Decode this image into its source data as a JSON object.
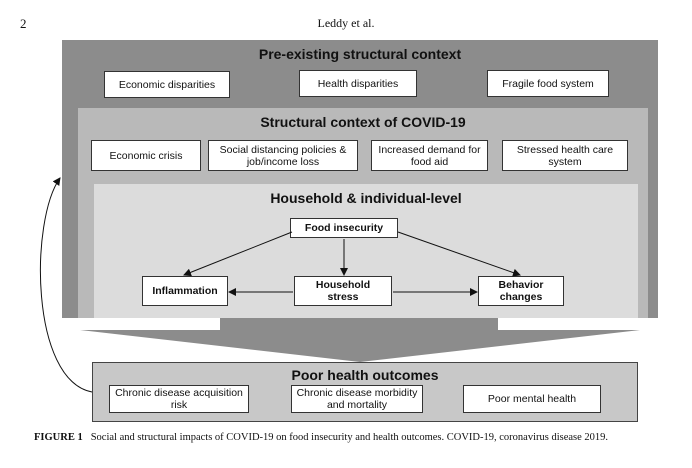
{
  "header": {
    "page_number": "2",
    "running_head": "Leddy et al."
  },
  "outer": {
    "title": "Pre-existing structural context",
    "boxes": [
      "Economic disparities",
      "Health disparities",
      "Fragile food system"
    ]
  },
  "middle": {
    "title": "Structural context of COVID-19",
    "boxes": [
      "Economic crisis",
      "Social distancing policies & job/income loss",
      "Increased demand for food aid",
      "Stressed health care system"
    ]
  },
  "inner": {
    "title": "Household & individual-level",
    "food_insecurity": "Food insecurity",
    "inflammation": "Inflammation",
    "household_stress": "Household stress",
    "behavior_changes": "Behavior changes"
  },
  "outcomes": {
    "title": "Poor health outcomes",
    "boxes": [
      "Chronic disease acquisition risk",
      "Chronic disease morbidity and mortality",
      "Poor mental health"
    ]
  },
  "caption": {
    "label": "FIGURE 1",
    "text": "Social and structural impacts of COVID-19 on food insecurity and health outcomes. COVID-19, coronavirus disease 2019."
  }
}
